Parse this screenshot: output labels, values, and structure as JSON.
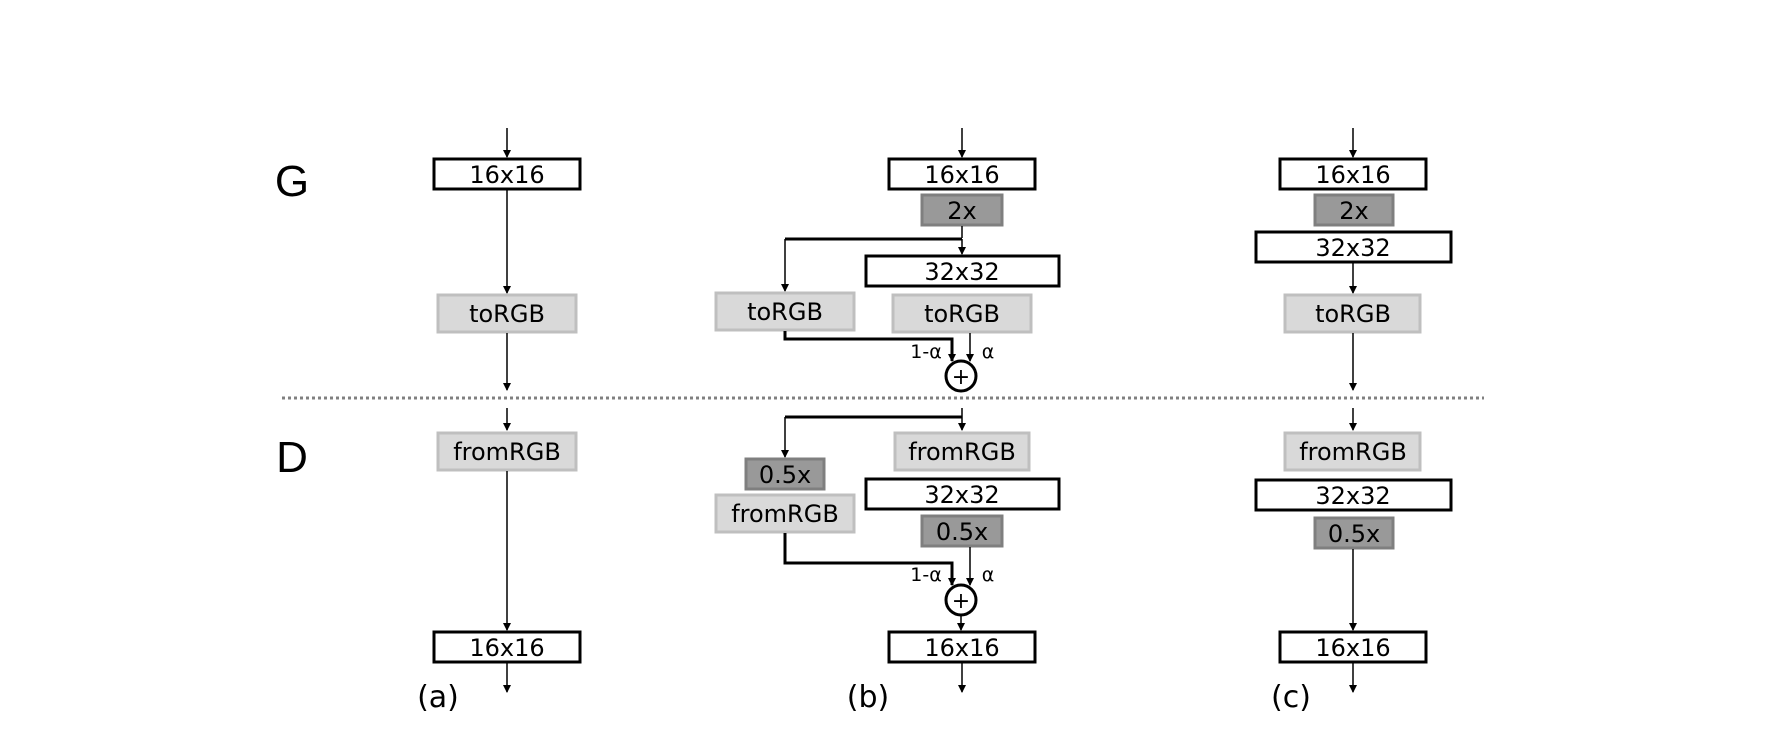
{
  "sections": {
    "generator_label": "G",
    "discriminator_label": "D"
  },
  "panels": {
    "a": {
      "caption": "(a)",
      "g_res": "16x16",
      "g_torgb": "toRGB",
      "d_fromrgb": "fromRGB",
      "d_res": "16x16"
    },
    "b": {
      "caption": "(b)",
      "g_res_low": "16x16",
      "g_upsample": "2x",
      "g_res_high": "32x32",
      "g_torgb_old": "toRGB",
      "g_torgb_new": "toRGB",
      "g_alpha_old": "1-α",
      "g_alpha_new": "α",
      "g_sum": "+",
      "d_downsample_old": "0.5x",
      "d_fromrgb_old": "fromRGB",
      "d_fromrgb_new": "fromRGB",
      "d_res_high": "32x32",
      "d_downsample_new": "0.5x",
      "d_alpha_old": "1-α",
      "d_alpha_new": "α",
      "d_sum": "+",
      "d_res_low": "16x16"
    },
    "c": {
      "caption": "(c)",
      "g_res_low": "16x16",
      "g_upsample": "2x",
      "g_res_high": "32x32",
      "g_torgb": "toRGB",
      "d_fromrgb": "fromRGB",
      "d_res_high": "32x32",
      "d_downsample": "0.5x",
      "d_res_low": "16x16"
    }
  },
  "colors": {
    "resolution_fill": "#ffffff",
    "resolution_stroke": "#000000",
    "rgb_fill": "#d9d9d9",
    "rgb_stroke": "#bfbfbf",
    "scale_fill": "#999999",
    "scale_stroke": "#7f7f7f",
    "divider": "#808080"
  }
}
